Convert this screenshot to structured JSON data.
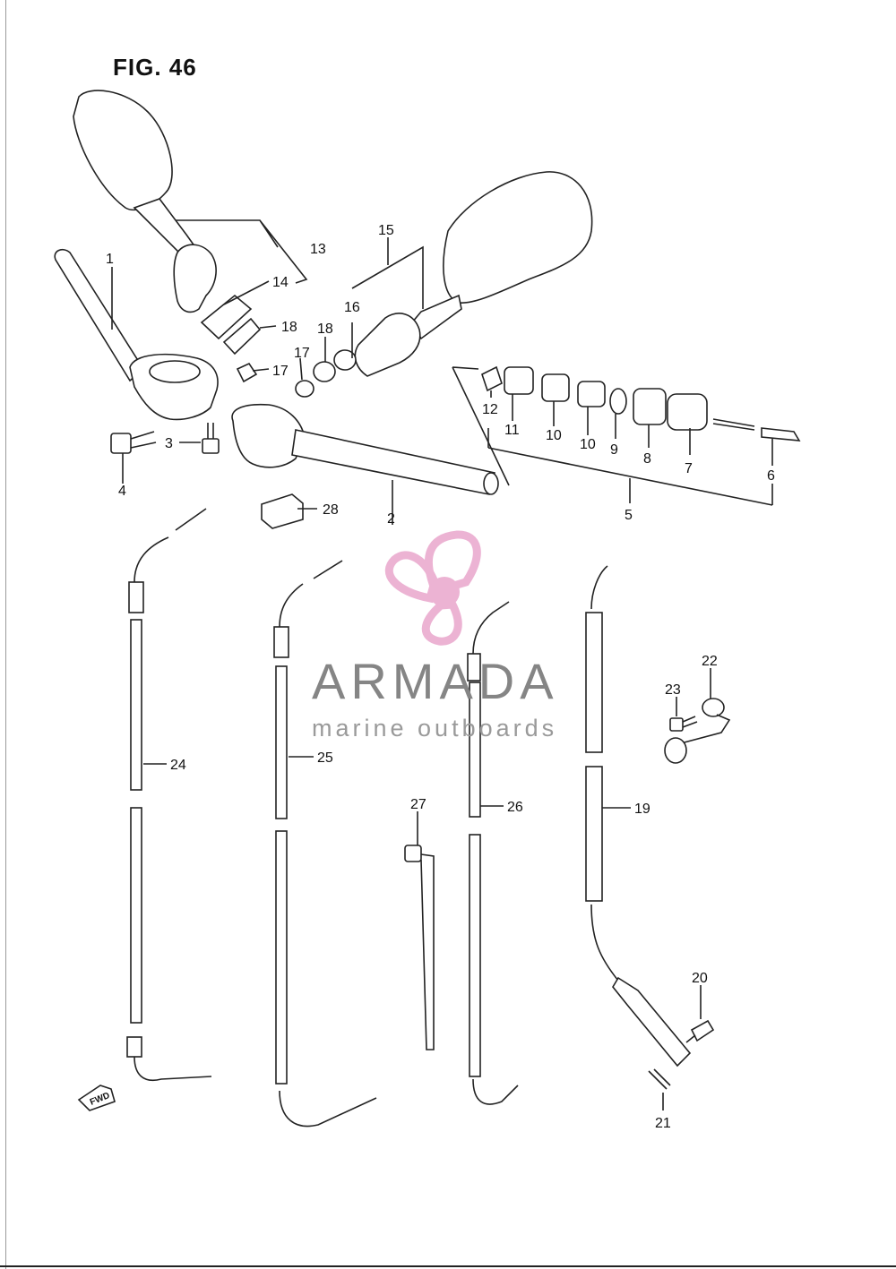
{
  "figure": {
    "title": "FIG. 46"
  },
  "watermark": {
    "brand": "ARMADA",
    "tagline": "marine outboards",
    "logo_color": "#e9a6cc",
    "logo_icon": "propeller-icon"
  },
  "direction_marker": {
    "text": "FWD",
    "icon": "arrow-left-icon"
  },
  "callouts": [
    "1",
    "2",
    "3",
    "4",
    "5",
    "6",
    "7",
    "8",
    "9",
    "10",
    "10",
    "11",
    "12",
    "13",
    "14",
    "15",
    "16",
    "17",
    "17",
    "18",
    "18",
    "19",
    "20",
    "21",
    "22",
    "23",
    "24",
    "25",
    "26",
    "27",
    "28"
  ]
}
